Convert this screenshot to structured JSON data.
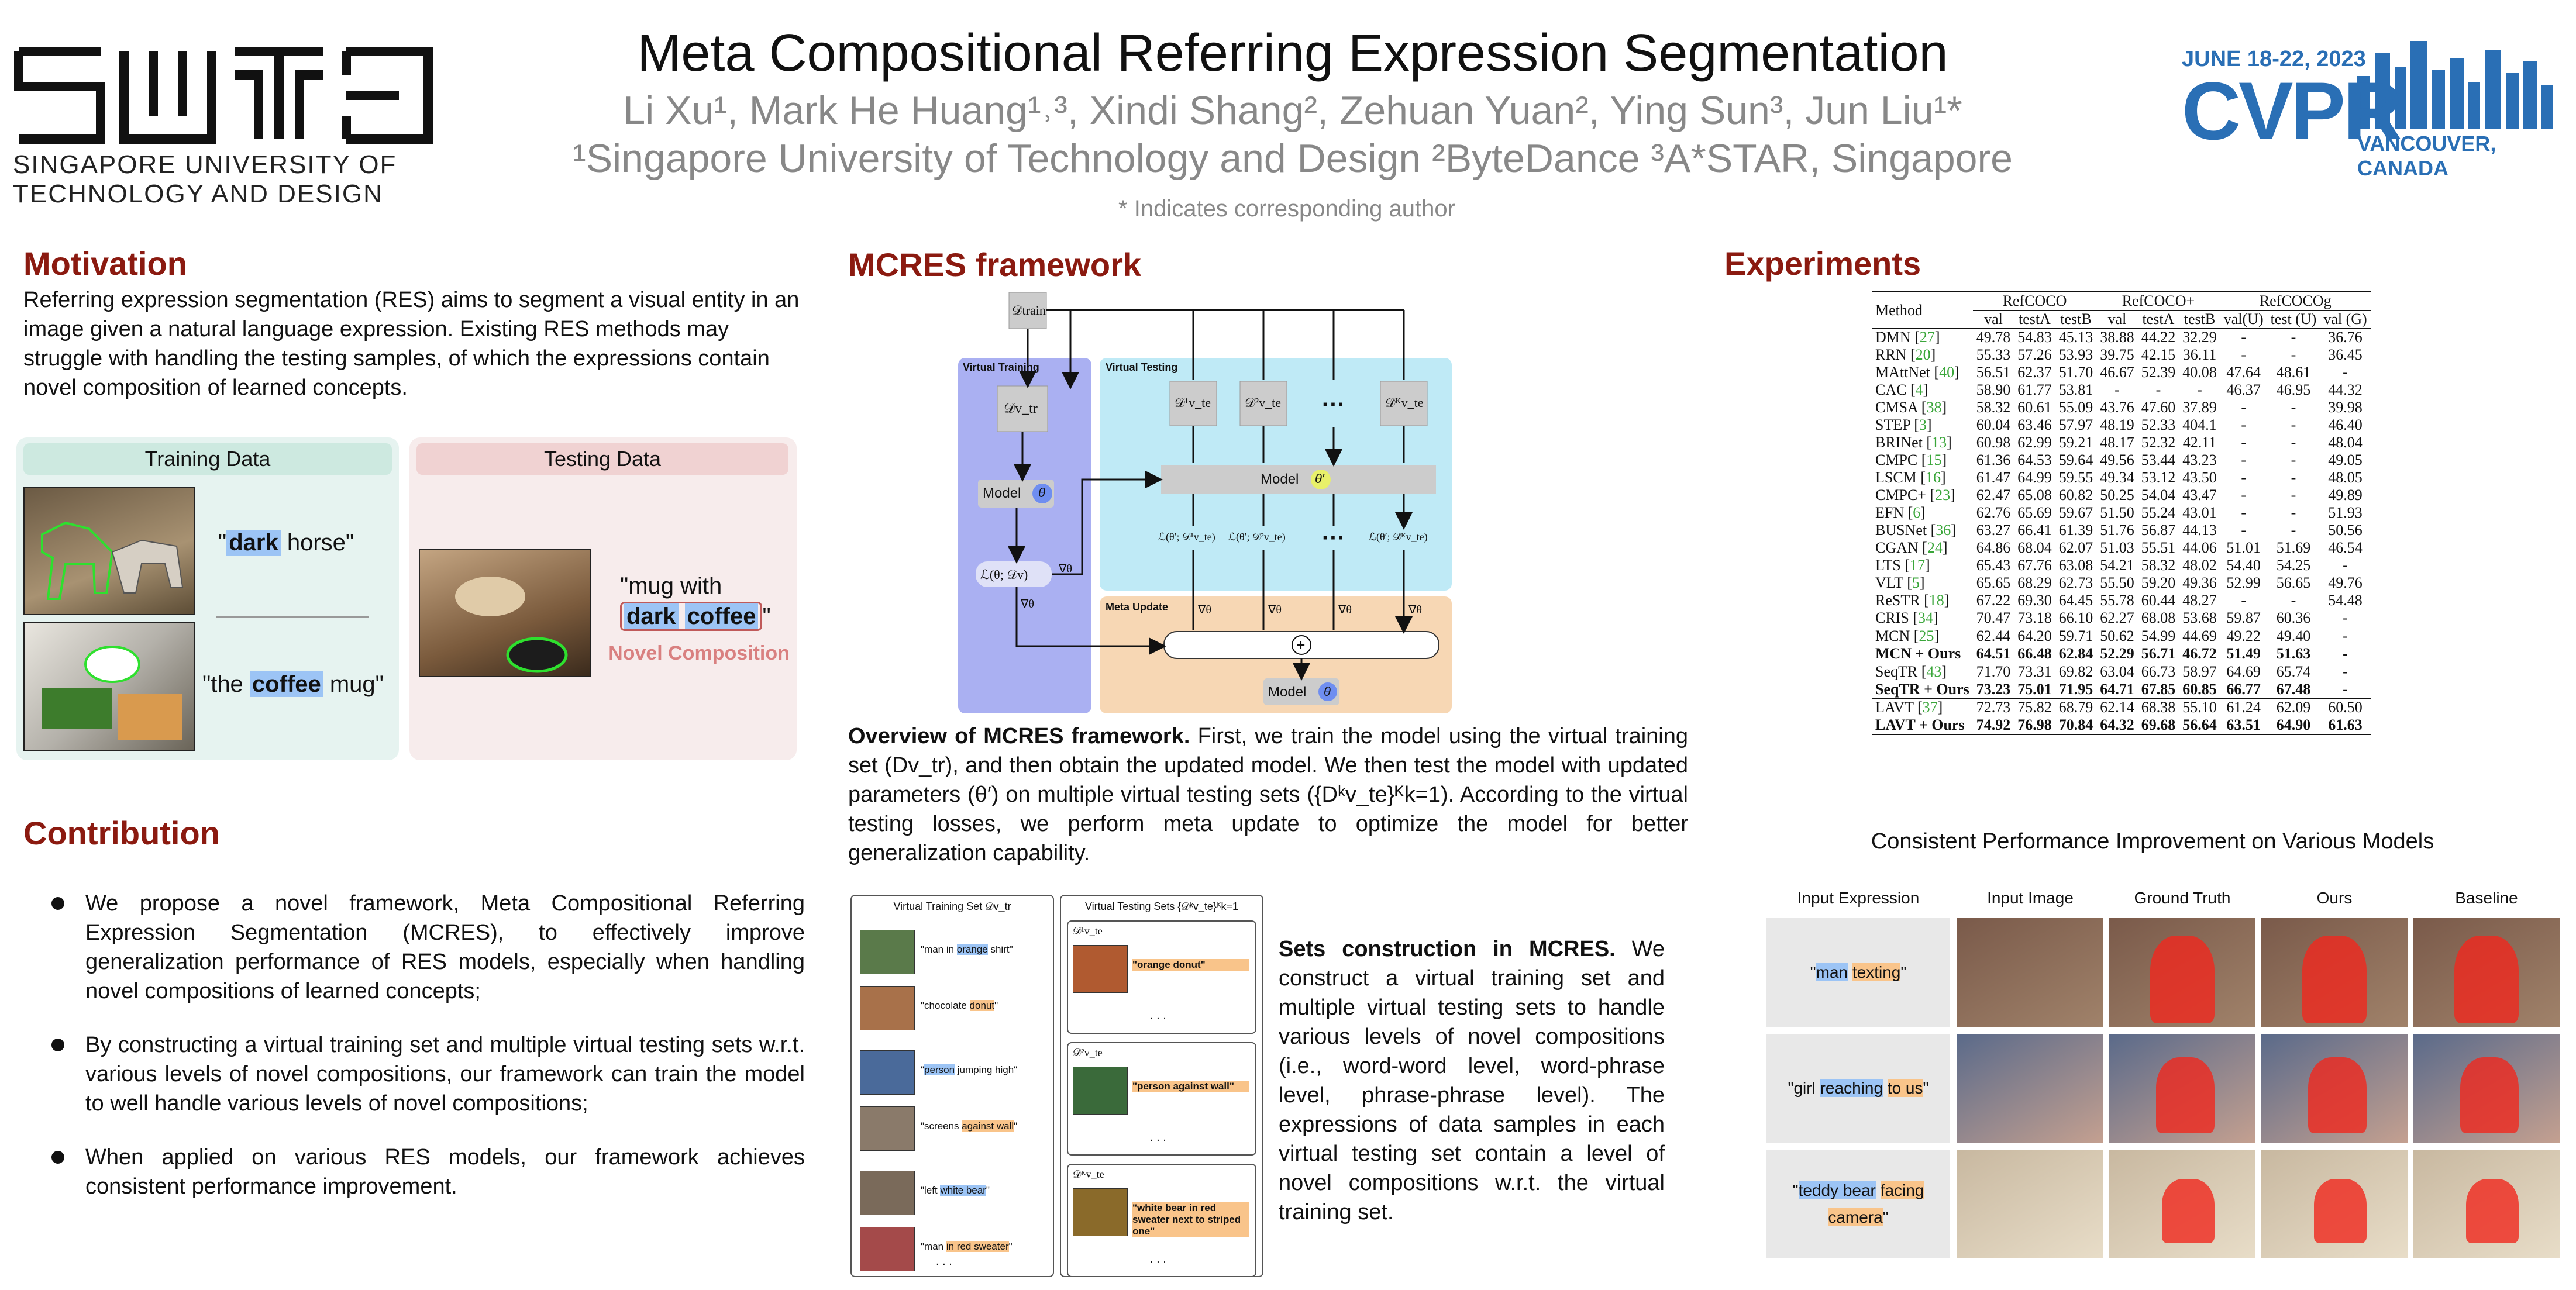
{
  "header": {
    "title": "Meta Compositional Referring Expression Segmentation",
    "authors": "Li Xu¹,  Mark He Huang¹˒³,  Xindi Shang²,  Zehuan Yuan²,  Ying Sun³,  Jun Liu¹*",
    "affiliations": "¹Singapore University of Technology and Design  ²ByteDance   ³A*STAR, Singapore",
    "corresponding": "* Indicates corresponding author",
    "sutd_logo_text": "SINGAPORE UNIVERSITY OF TECHNOLOGY AND DESIGN",
    "sutd_line1": "SINGAPORE UNIVERSITY OF",
    "sutd_line2": "TECHNOLOGY AND DESIGN",
    "cvpr_dates": "JUNE 18-22, 2023",
    "cvpr_name": "CVPR",
    "cvpr_location": "VANCOUVER, CANADA"
  },
  "motivation": {
    "heading": "Motivation",
    "text": "Referring expression segmentation (RES) aims to segment a visual entity in an image given a natural language expression. Existing  RES methods may struggle with handling the testing samples, of which the expressions contain novel composition of learned concepts.",
    "training_label": "Training Data",
    "testing_label": "Testing Data",
    "train_expr1_pre": "\"",
    "train_expr1_hl": "dark",
    "train_expr1_post": " horse\"",
    "train_expr2_pre": "\"the ",
    "train_expr2_hl": "coffee",
    "train_expr2_post": " mug\"",
    "test_expr_line1": "\"mug with",
    "test_expr_hl1": "dark",
    "test_expr_hl2": "coffee",
    "test_expr_end": "\"",
    "novel_label": "Novel Composition"
  },
  "contribution": {
    "heading": "Contribution",
    "bullets": [
      "We  propose a novel framework, Meta Compositional Referring Expression Segmentation (MCRES), to effectively  improve generalization performance of RES models, especially when handling novel compositions of learned concepts;",
      "By constructing a virtual training set and multiple virtual testing sets w.r.t. various levels of novel compositions, our framework can train the model to well handle various levels of novel compositions;",
      "When applied on various RES models, our framework achieves consistent performance improvement."
    ]
  },
  "framework": {
    "heading": "MCRES framework",
    "d_train": "𝒟train",
    "virtual_training": "Virtual Training",
    "virtual_testing": "Virtual Testing",
    "meta_update": "Meta Update",
    "d_vtr": "𝒟v_tr",
    "d_vte": [
      "𝒟¹v_te",
      "𝒟²v_te",
      "𝒟ᴷv_te"
    ],
    "dots": "···",
    "model_label": "Model",
    "theta": "θ",
    "theta_prime": "θ′",
    "loss_train": "ℒ(θ; 𝒟v)",
    "loss_test": [
      "ℒ(θ′; 𝒟¹v_te)",
      "ℒ(θ′; 𝒟²v_te)",
      "ℒ(θ′; 𝒟ᴷv_te)"
    ],
    "grad": "∇θ",
    "plus": "+",
    "overview_bold": "Overview of MCRES framework.",
    "overview_text": " First, we train the model using the virtual training set (Dv_tr), and then obtain the updated model. We then test the model with updated parameters (θ′) on multiple virtual testing sets ({Dᵏv_te}ᴷk=1). According to the virtual testing losses, we perform meta update to optimize the model for better generalization capability.",
    "sets_train_title": "Virtual Training Set 𝒟v_tr",
    "sets_test_title": "Virtual Testing Sets {𝒟ᵏv_te}ᴷk=1",
    "train_items": [
      {
        "pre": "\"man in ",
        "hl": "orange",
        "post": " shirt\""
      },
      {
        "pre": "\"chocolate ",
        "hl": "donut",
        "post": "\""
      },
      {
        "pre": "\"",
        "hl": "person",
        "post": " jumping high\""
      },
      {
        "pre": "\"screens ",
        "hl": "against wall",
        "post": "\""
      },
      {
        "pre": "\"left ",
        "hl": "white bear",
        "post": "\""
      },
      {
        "pre": "\"man ",
        "hl": "in red sweater",
        "post": "\""
      }
    ],
    "test_items": [
      {
        "label": "𝒟¹v_te",
        "text": "\"orange donut\""
      },
      {
        "label": "𝒟²v_te",
        "text": "\"person against wall\""
      },
      {
        "label": "𝒟ᴷv_te",
        "text": "\"white bear in red sweater next to striped one\""
      }
    ],
    "ellipsis": ". . .",
    "sets_bold": "Sets construction in MCRES.",
    "sets_text": " We construct a virtual training set and multiple virtual testing sets to handle various levels of novel compositions (i.e., word-word level, word-phrase level, phrase-phrase level). The expressions of data samples in each virtual testing set contain a level of novel compositions w.r.t. the virtual training set."
  },
  "experiments": {
    "heading": "Experiments",
    "groups": [
      "RefCOCO",
      "RefCOCO+",
      "RefCOCOg"
    ],
    "method_header": "Method",
    "columns": [
      "val",
      "testA",
      "testB",
      "val",
      "testA",
      "testB",
      "val(U)",
      "test (U)",
      "val (G)"
    ],
    "rows": [
      {
        "m": "DMN",
        "c": "27",
        "v": [
          "49.78",
          "54.83",
          "45.13",
          "38.88",
          "44.22",
          "32.29",
          "-",
          "-",
          "36.76"
        ]
      },
      {
        "m": "RRN",
        "c": "20",
        "v": [
          "55.33",
          "57.26",
          "53.93",
          "39.75",
          "42.15",
          "36.11",
          "-",
          "-",
          "36.45"
        ]
      },
      {
        "m": "MAttNet",
        "c": "40",
        "v": [
          "56.51",
          "62.37",
          "51.70",
          "46.67",
          "52.39",
          "40.08",
          "47.64",
          "48.61",
          "-"
        ]
      },
      {
        "m": "CAC",
        "c": "4",
        "v": [
          "58.90",
          "61.77",
          "53.81",
          "-",
          "-",
          "-",
          "46.37",
          "46.95",
          "44.32"
        ]
      },
      {
        "m": "CMSA",
        "c": "38",
        "v": [
          "58.32",
          "60.61",
          "55.09",
          "43.76",
          "47.60",
          "37.89",
          "-",
          "-",
          "39.98"
        ]
      },
      {
        "m": "STEP",
        "c": "3",
        "v": [
          "60.04",
          "63.46",
          "57.97",
          "48.19",
          "52.33",
          "404.1",
          "-",
          "-",
          "46.40"
        ]
      },
      {
        "m": "BRINet",
        "c": "13",
        "v": [
          "60.98",
          "62.99",
          "59.21",
          "48.17",
          "52.32",
          "42.11",
          "-",
          "-",
          "48.04"
        ]
      },
      {
        "m": "CMPC",
        "c": "15",
        "v": [
          "61.36",
          "64.53",
          "59.64",
          "49.56",
          "53.44",
          "43.23",
          "-",
          "-",
          "49.05"
        ]
      },
      {
        "m": "LSCM",
        "c": "16",
        "v": [
          "61.47",
          "64.99",
          "59.55",
          "49.34",
          "53.12",
          "43.50",
          "-",
          "-",
          "48.05"
        ]
      },
      {
        "m": "CMPC+",
        "c": "23",
        "v": [
          "62.47",
          "65.08",
          "60.82",
          "50.25",
          "54.04",
          "43.47",
          "-",
          "-",
          "49.89"
        ]
      },
      {
        "m": "EFN",
        "c": "6",
        "v": [
          "62.76",
          "65.69",
          "59.67",
          "51.50",
          "55.24",
          "43.01",
          "-",
          "-",
          "51.93"
        ]
      },
      {
        "m": "BUSNet",
        "c": "36",
        "v": [
          "63.27",
          "66.41",
          "61.39",
          "51.76",
          "56.87",
          "44.13",
          "-",
          "-",
          "50.56"
        ]
      },
      {
        "m": "CGAN",
        "c": "24",
        "v": [
          "64.86",
          "68.04",
          "62.07",
          "51.03",
          "55.51",
          "44.06",
          "51.01",
          "51.69",
          "46.54"
        ]
      },
      {
        "m": "LTS",
        "c": "17",
        "v": [
          "65.43",
          "67.76",
          "63.08",
          "54.21",
          "58.32",
          "48.02",
          "54.40",
          "54.25",
          "-"
        ]
      },
      {
        "m": "VLT",
        "c": "5",
        "v": [
          "65.65",
          "68.29",
          "62.73",
          "55.50",
          "59.20",
          "49.36",
          "52.99",
          "56.65",
          "49.76"
        ]
      },
      {
        "m": "ReSTR",
        "c": "18",
        "v": [
          "67.22",
          "69.30",
          "64.45",
          "55.78",
          "60.44",
          "48.27",
          "-",
          "-",
          "54.48"
        ]
      },
      {
        "m": "CRIS",
        "c": "34",
        "v": [
          "70.47",
          "73.18",
          "66.10",
          "62.27",
          "68.08",
          "53.68",
          "59.87",
          "60.36",
          "-"
        ]
      },
      {
        "m": "MCN",
        "c": "25",
        "v": [
          "62.44",
          "64.20",
          "59.71",
          "50.62",
          "54.99",
          "44.69",
          "49.22",
          "49.40",
          "-"
        ],
        "sep": true
      },
      {
        "m": "MCN + Ours",
        "c": "",
        "v": [
          "64.51",
          "66.48",
          "62.84",
          "52.29",
          "56.71",
          "46.72",
          "51.49",
          "51.63",
          "-"
        ],
        "bold": true
      },
      {
        "m": "SeqTR",
        "c": "43",
        "v": [
          "71.70",
          "73.31",
          "69.82",
          "63.04",
          "66.73",
          "58.97",
          "64.69",
          "65.74",
          "-"
        ],
        "sep": true
      },
      {
        "m": "SeqTR + Ours",
        "c": "",
        "v": [
          "73.23",
          "75.01",
          "71.95",
          "64.71",
          "67.85",
          "60.85",
          "66.77",
          "67.48",
          "-"
        ],
        "bold": true
      },
      {
        "m": "LAVT",
        "c": "37",
        "v": [
          "72.73",
          "75.82",
          "68.79",
          "62.14",
          "68.38",
          "55.10",
          "61.24",
          "62.09",
          "60.50"
        ],
        "sep": true
      },
      {
        "m": "LAVT + Ours",
        "c": "",
        "v": [
          "74.92",
          "76.98",
          "70.84",
          "64.32",
          "69.68",
          "56.64",
          "63.51",
          "64.90",
          "61.63"
        ],
        "bold": true
      }
    ],
    "qual_title": "Consistent Performance Improvement on Various Models",
    "qual_headers": [
      "Input Expression",
      "Input Image",
      "Ground Truth",
      "Ours",
      "Baseline"
    ],
    "qual_rows": [
      {
        "pre": "\"",
        "hl1": "man",
        "mid": " ",
        "hl2": "texting",
        "post": "\""
      },
      {
        "pre": "\"girl ",
        "hl1": "reaching",
        "mid": " ",
        "hl2": "to us",
        "post": "\""
      },
      {
        "pre": "\"",
        "hl1": "teddy bear",
        "mid": " ",
        "hl2": "facing camera",
        "post": "\""
      }
    ]
  },
  "colors": {
    "heading_red": "#8b1a10",
    "highlight_blue": "#9cc4f5",
    "highlight_orange": "#f9c48a",
    "virtual_training_bg": "#aab0f2",
    "virtual_testing_bg": "#bfeaf6",
    "meta_update_bg": "#f7d7b4",
    "cvpr_blue": "#2a6fb5"
  }
}
